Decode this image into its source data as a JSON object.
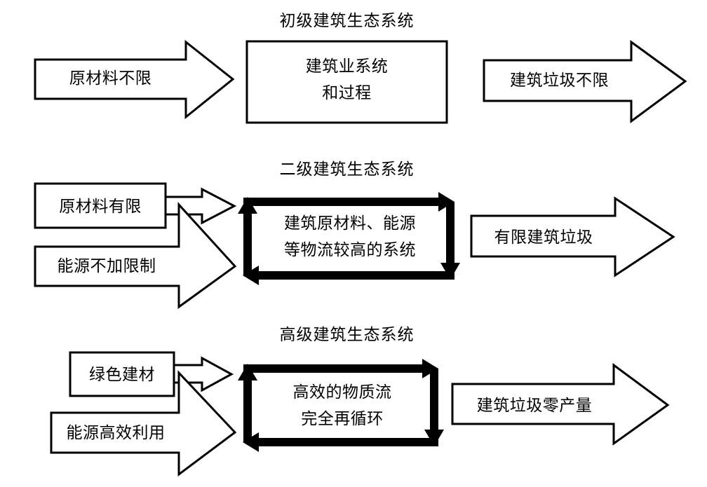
{
  "diagram": {
    "title_row1": "初级建筑生态系统",
    "title_row2": "二级建筑生态系统",
    "title_row3": "高级建筑生态系统",
    "row1": {
      "input_arrow_label": "原材料不限",
      "core_box_line1": "建筑业系统",
      "core_box_line2": "和过程",
      "output_arrow_label": "建筑垃圾不限"
    },
    "row2": {
      "input_box_label": "原材料有限",
      "input_arrow_label": "能源不加限制",
      "cycle_line1": "建筑原材料、能源",
      "cycle_line2": "等物流较高的系统",
      "output_arrow_label": "有限建筑垃圾"
    },
    "row3": {
      "input_box_label": "绿色建材",
      "input_arrow_label": "能源高效利用",
      "cycle_line1": "高效的物质流",
      "cycle_line2": "完全再循环",
      "output_arrow_label": "建筑垃圾零产量"
    },
    "colors": {
      "stroke": "#000000",
      "fill": "#ffffff",
      "background": "#ffffff"
    }
  }
}
